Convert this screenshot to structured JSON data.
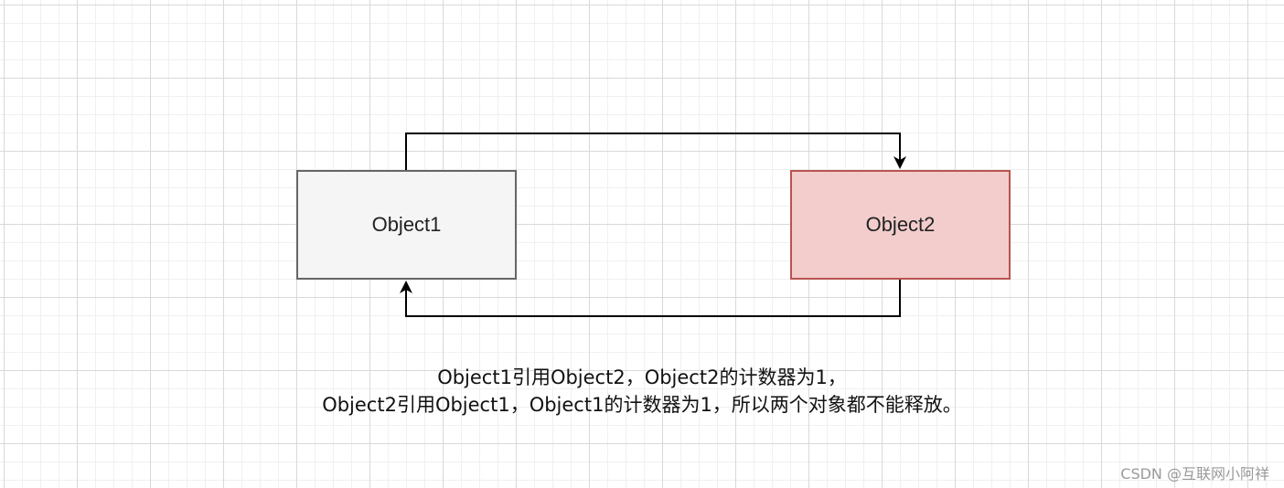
{
  "diagram": {
    "nodes": [
      {
        "id": "object1",
        "label": "Object1",
        "fill": "#f5f5f5",
        "stroke": "#666666"
      },
      {
        "id": "object2",
        "label": "Object2",
        "fill": "#f2cdcc",
        "stroke": "#b85450"
      }
    ],
    "edges": [
      {
        "from": "object1",
        "to": "object2"
      },
      {
        "from": "object2",
        "to": "object1"
      }
    ],
    "caption": {
      "line1": "Object1引用Object2，Object2的计数器为1，",
      "line2": "Object2引用Object1，Object1的计数器为1，所以两个对象都不能释放。"
    }
  },
  "watermark": "CSDN @互联网小阿祥"
}
